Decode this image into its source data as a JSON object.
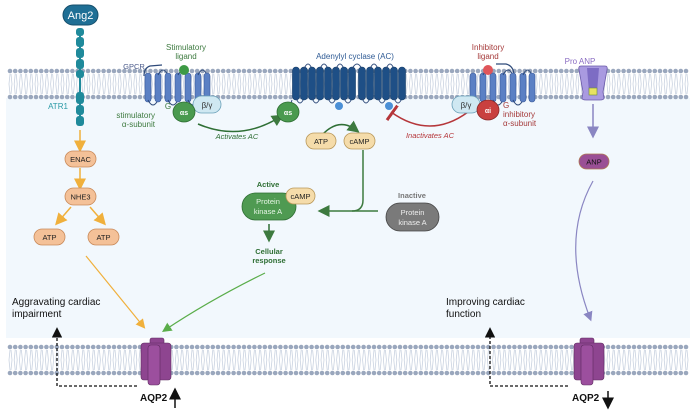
{
  "colors": {
    "membrane_head": "#9aa7bd",
    "membrane_tail": "#c9d2e0",
    "cytoplasm": "#f2f8fd",
    "atr1": "#1f8a9b",
    "ang2": "#1f6f95",
    "gpcr": "#5b80c4",
    "adenylyl_cyclase": "#1e4f86",
    "stimulatory_green": "#3d8a45",
    "g_alpha_s": "#4a9a4f",
    "beta_gamma": "#cfe8f2",
    "inhibitory_red": "#b5363a",
    "g_alpha_i": "#c9403f",
    "orange_node": "#f4c198",
    "orange_arrow": "#f0b03c",
    "camp_node": "#f5dcaa",
    "pka_active": "#4f9a52",
    "pka_inactive": "#7a7a7a",
    "anp_purple": "#9a4f95",
    "pro_anp": "#9b8ad0",
    "aqp2": "#8e4590",
    "anp_arrow": "#8a86c2"
  },
  "labels": {
    "ang2": "Ang2",
    "atr1": "ATR1",
    "gpcr": "GPCR",
    "stimulatory_ligand": [
      "Stimulatory",
      "ligand"
    ],
    "g_left": "G",
    "stimulatory_subunit": [
      "stimulatory",
      "α-subunit"
    ],
    "alpha_s": "αs",
    "beta_gamma": "β/γ",
    "activates_ac": "Activates AC",
    "adenylyl_cyclase": "Adenylyl cyclase (AC)",
    "atp_center": "ATP",
    "camp_center": "cAMP",
    "inactivates_ac": "Inactivates AC",
    "inhibitory_ligand": [
      "Inhibitory",
      "ligand"
    ],
    "g_right": "G",
    "inhibitory_subunit": [
      "inhibitory",
      "α-subunit"
    ],
    "alpha_i": "αi",
    "pro_anp": "Pro ANP",
    "anp": "ANP",
    "enac": "ENAC",
    "nhe3": "NHE3",
    "atp_left": "ATP",
    "atp_right": "ATP",
    "active": "Active",
    "pka_active": [
      "Protein",
      "kinase A"
    ],
    "pka_camp": "cAMP",
    "inactive": "Inactive",
    "pka_inactive": [
      "Protein",
      "kinase A"
    ],
    "cellular_response": [
      "Cellular",
      "response"
    ],
    "aggravating": [
      "Aggravating cardiac",
      "impairment"
    ],
    "improving": [
      "Improving cardiac",
      "function"
    ],
    "aqp2_left": "AQP2",
    "aqp2_right": "AQP2"
  }
}
